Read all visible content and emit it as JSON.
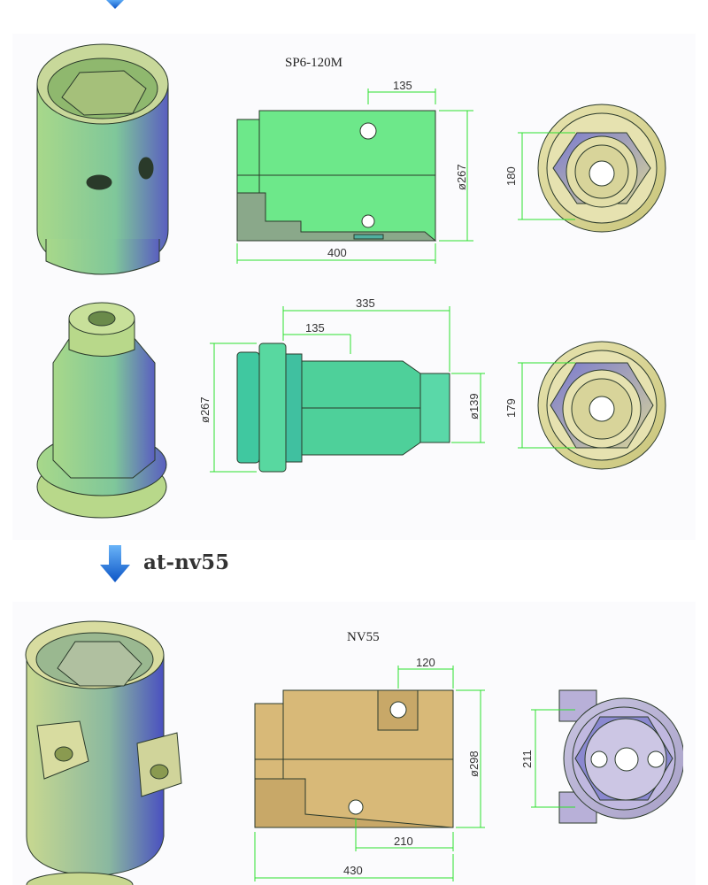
{
  "section1": {
    "title": "SP6-120M",
    "side_view": {
      "dim_hole": "135",
      "dim_diameter": "ø267",
      "dim_length": "400"
    },
    "end_view": {
      "dim_hex": "180"
    },
    "adapter_view": {
      "dim_total": "335",
      "dim_hole": "135",
      "dim_flange": "ø267",
      "dim_shank": "ø139"
    },
    "adapter_end_view": {
      "dim_hex": "179"
    }
  },
  "section2": {
    "label": "at-nv55",
    "title": "NV55",
    "side_view": {
      "dim_lug": "120",
      "dim_diameter": "ø298",
      "dim_hole": "210",
      "dim_length": "430"
    },
    "end_view": {
      "dim_hex": "211"
    }
  },
  "colors": {
    "green": "#6de88a",
    "tan": "#d8b978",
    "dim_line": "#2ee02e",
    "arrow": "#1a6fd8"
  }
}
